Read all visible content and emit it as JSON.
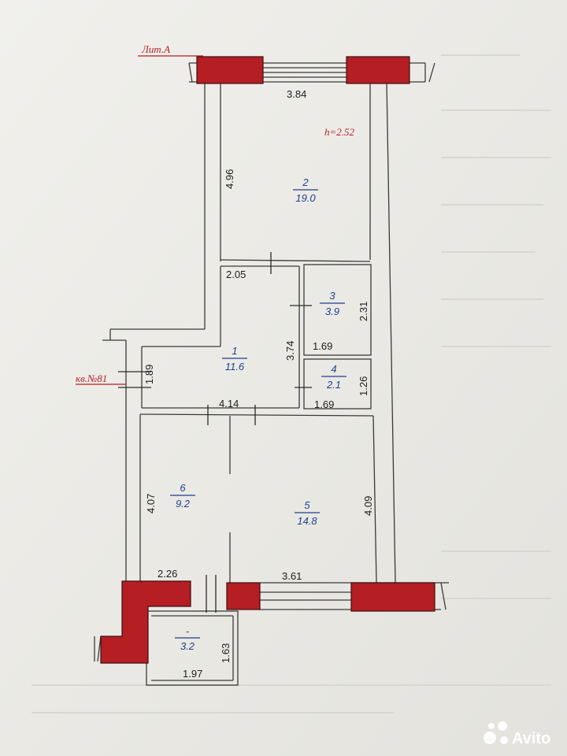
{
  "header": {
    "building_label": "Лит.А",
    "ceiling_height": "h=2.52",
    "apartment_label": "кв.№81"
  },
  "rooms": [
    {
      "number": "2",
      "area": "19.0"
    },
    {
      "number": "1",
      "area": "11.6"
    },
    {
      "number": "3",
      "area": "3.9"
    },
    {
      "number": "4",
      "area": "2.1"
    },
    {
      "number": "6",
      "area": "9.2"
    },
    {
      "number": "5",
      "area": "14.8"
    },
    {
      "number": "-",
      "area": "3.2"
    }
  ],
  "dimensions": {
    "room2_width": "3.84",
    "room2_length": "4.96",
    "corridor_width": "2.05",
    "room1_height": "3.74",
    "room3_height": "2.31",
    "room3_width": "1.69",
    "room4_height": "1.26",
    "room4_width": "1.69",
    "entry_width": "1.89",
    "mid_width": "4.14",
    "room6_height": "4.07",
    "room5_height": "4.09",
    "room6_width": "2.26",
    "room5_width": "3.61",
    "balcony_height": "1.63",
    "balcony_width": "1.97"
  },
  "watermark": {
    "text": "Avito"
  },
  "colors": {
    "wall_fill": "#b51e23",
    "line": "#3a3a3a",
    "room_text": "#1f3f8f",
    "paper": "#ecebe6"
  }
}
